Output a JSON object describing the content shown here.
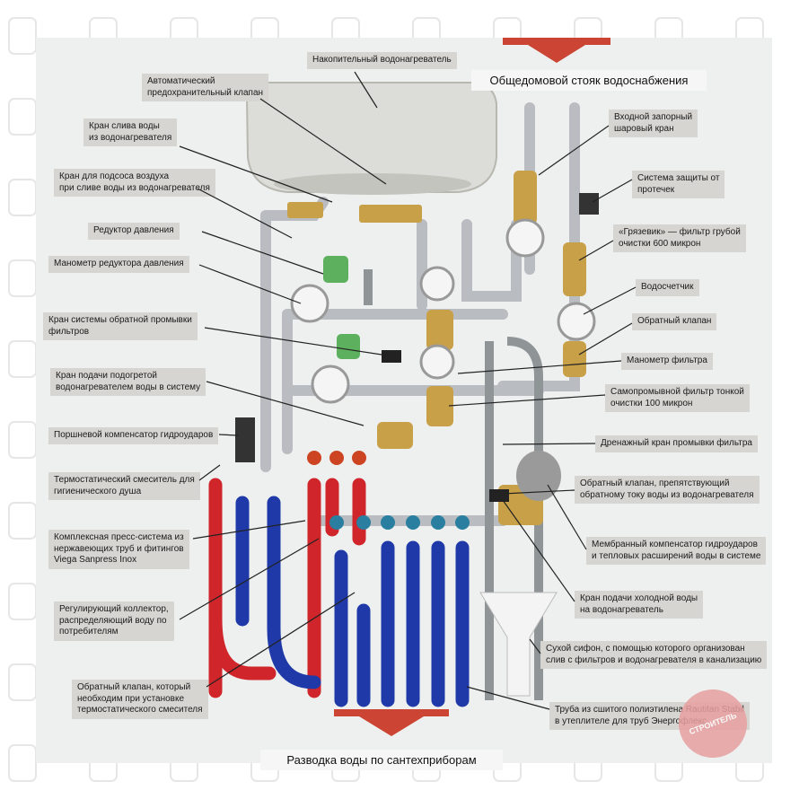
{
  "colors": {
    "hot_pipe": "#d0252a",
    "cold_pipe": "#1f3aa8",
    "steel": "#b9bcc0",
    "brass": "#c8a048",
    "label_bg": "#d7d5d1",
    "panel_bg": "#edf0ef"
  },
  "headers": {
    "top": "Общедомовой стояк водоснабжения",
    "bottom": "Разводка воды по сантехприборам"
  },
  "labels": {
    "storage_heater": "Накопительный водонагреватель",
    "auto_safety_valve": "Автоматический\nпредохранительный клапан",
    "drain_tap_heater": "Кран слива воды\nиз водонагревателя",
    "air_intake_tap": "Кран для подсоса воздуха\nпри сливе воды из водонагревателя",
    "pressure_reducer": "Редуктор давления",
    "reducer_gauge": "Манометр редуктора давления",
    "backwash_tap": "Кран системы обратной промывки\nфильтров",
    "hot_supply_tap": "Кран подачи подогретой\nводонагревателем воды в систему",
    "piston_compensator": "Поршневой компенсатор гидроударов",
    "thermo_mixer": "Термостатический смеситель для\nгигиенического душа",
    "press_system": "Комплексная пресс-система из\nнержавеющих труб и фитингов\nViega Sanpress Inox",
    "manifold": "Регулирующий коллектор,\nраспределяющий воду по\nпотребителям",
    "check_valve_mixer": "Обратный клапан, который\nнеобходим при установке\nтермостатического смесителя",
    "inlet_ball_valve": "Входной запорный\nшаровый кран",
    "leak_protection": "Система защиты от\nпротечек",
    "coarse_filter": "«Грязевик» — фильтр грубой\nочистки 600 микрон",
    "water_meter": "Водосчетчик",
    "check_valve": "Обратный клапан",
    "filter_gauge": "Манометр фильтра",
    "fine_filter": "Самопромывной фильтр тонкой\nочистки 100 микрон",
    "filter_drain_tap": "Дренажный кран промывки фильтра",
    "backflow_check_valve": "Обратный клапан, препятствующий\nобратному току воды из водонагревателя",
    "membrane_compensator": "Мембранный компенсатор гидроударов\nи тепловых расширений воды в системе",
    "cold_supply_tap": "Кран подачи холодной воды\nна водонагреватель",
    "dry_siphon": "Сухой сифон, с помощью которого организован\nслив с фильтров и водонагревателя в канализацию",
    "pex_pipe": "Труба из сшитого полиэтилена Rautitan Stabil\nв утеплителе для труб Энергофлекс"
  },
  "stamp": "СТРОИТЕЛЬ"
}
